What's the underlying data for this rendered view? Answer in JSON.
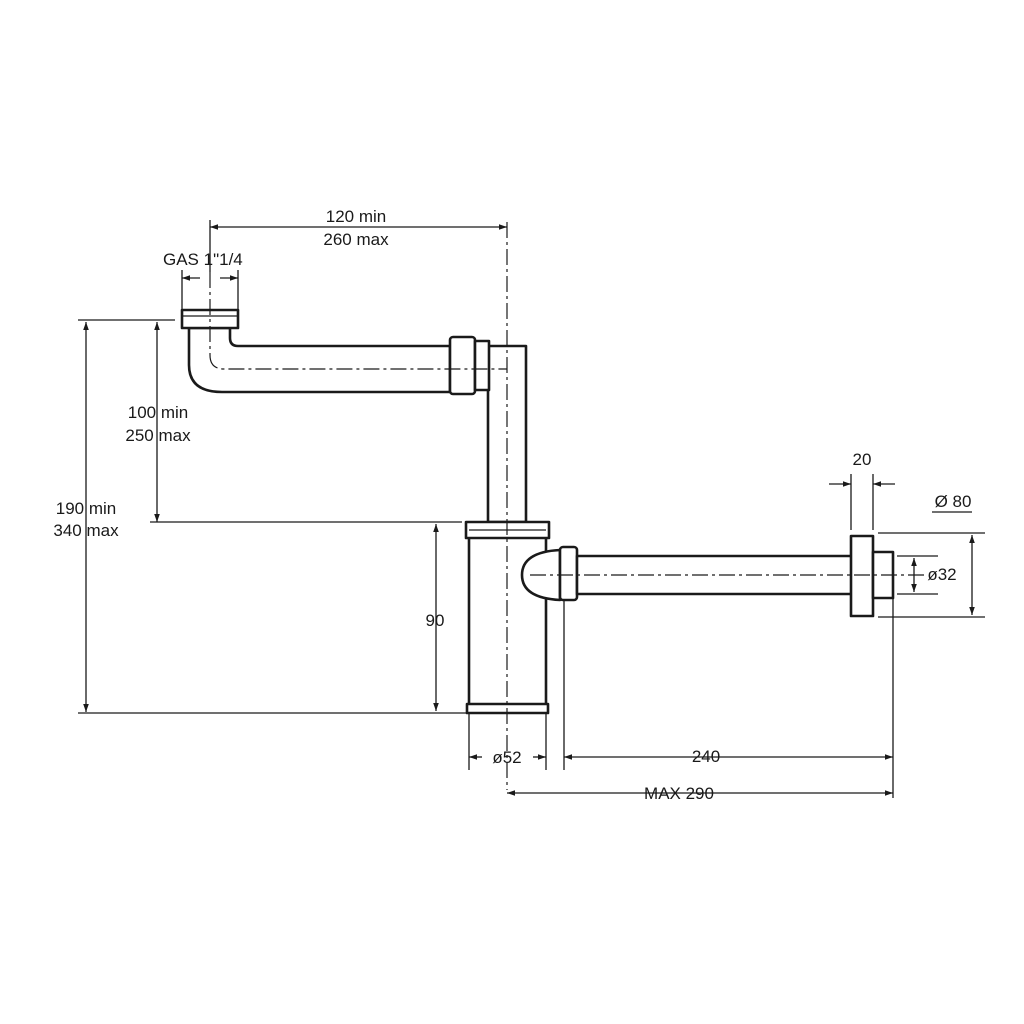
{
  "labels": {
    "gas_thread": "GAS 1\"1/4",
    "horizontal_min": "120 min",
    "horizontal_max": "260 max",
    "rise_min": "100 min",
    "rise_max": "250 max",
    "total_height_min": "190 min",
    "total_height_max": "340 max",
    "bottle_height": "90",
    "bottle_diameter": "ø52",
    "outlet_length": "240",
    "max_length": "MAX 290",
    "flange_thickness": "20",
    "flange_diameter": "Ø 80",
    "outlet_diameter": "ø32"
  },
  "colors": {
    "line": "#1a1a1a",
    "background": "#ffffff"
  }
}
